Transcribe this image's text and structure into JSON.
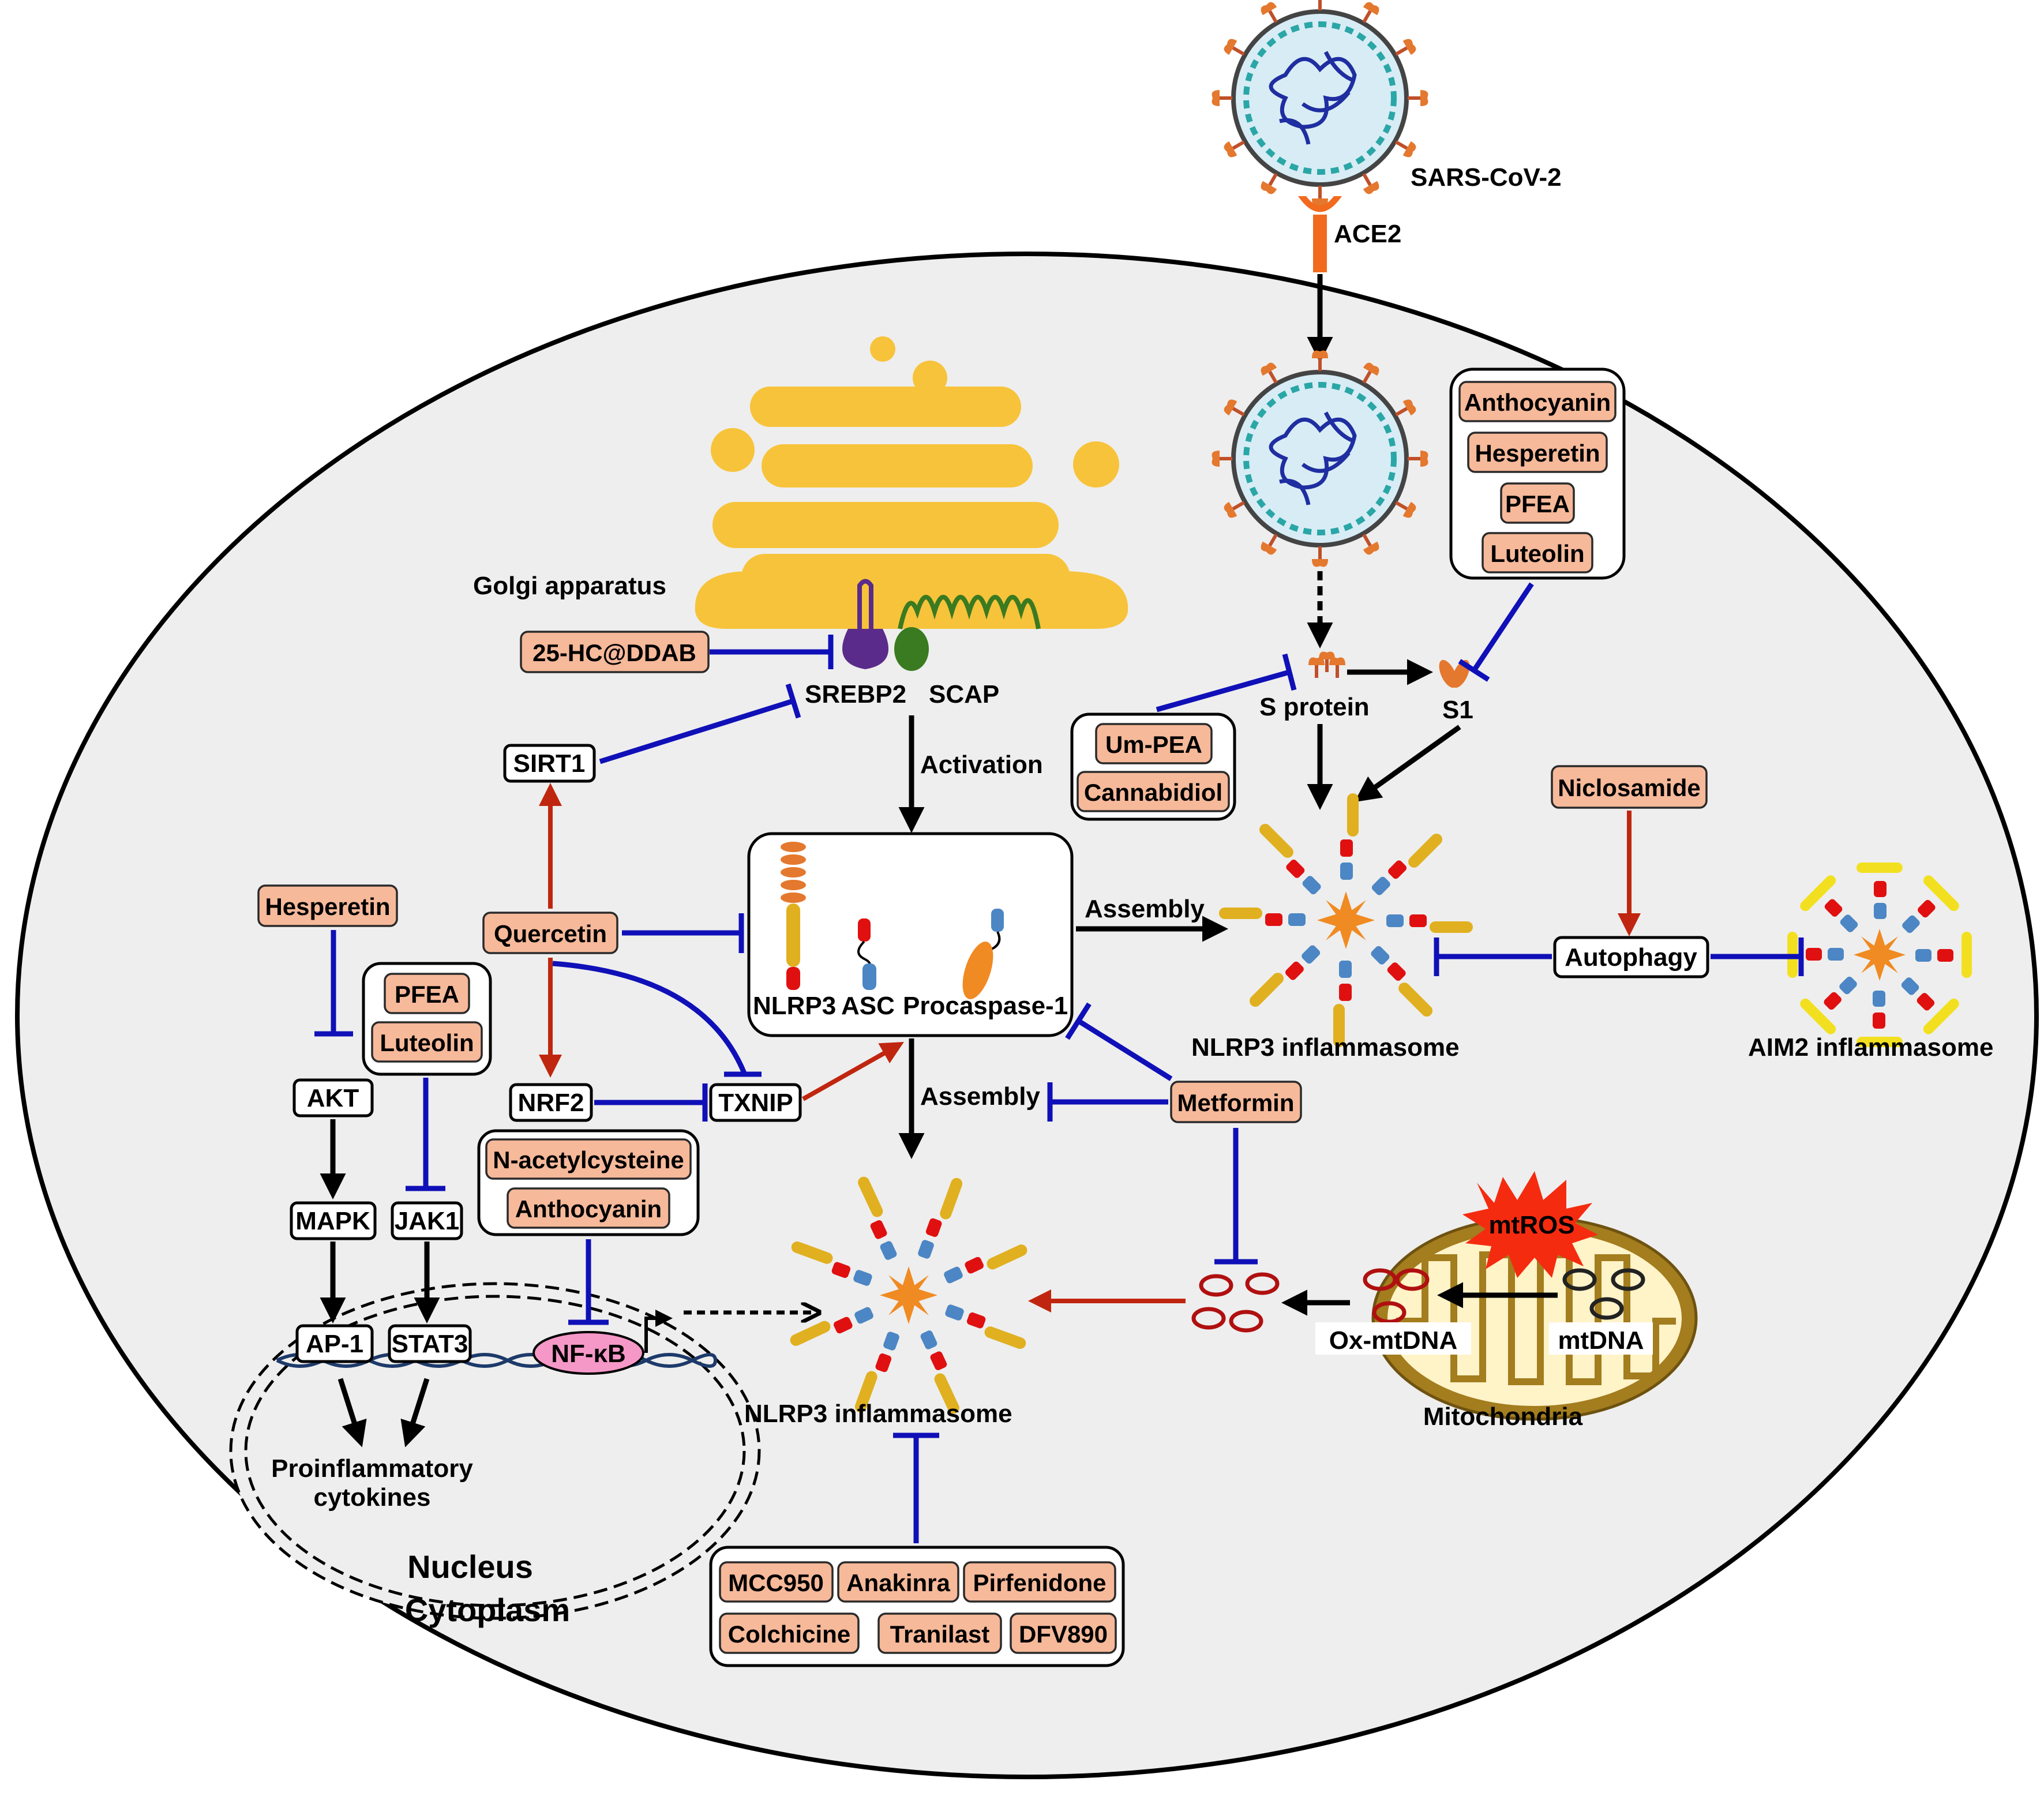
{
  "virus": {
    "label": "SARS-CoV-2",
    "receptor": "ACE2"
  },
  "golgi": {
    "label": "Golgi apparatus"
  },
  "proteins": {
    "srebp2": "SREBP2",
    "scap": "SCAP",
    "s_protein": "S protein",
    "s1": "S1",
    "sirt1": "SIRT1",
    "nrf2": "NRF2",
    "txnip": "TXNIP",
    "akt": "AKT",
    "mapk": "MAPK",
    "jak1": "JAK1",
    "ap1": "AP-1",
    "stat3": "STAT3",
    "nfkb": "NF-κB",
    "nlrp3": "NLRP3",
    "asc": "ASC",
    "procaspase1": "Procaspase-1",
    "autophagy": "Autophagy"
  },
  "edge_labels": {
    "activation": "Activation",
    "assembly_top": "Assembly",
    "assembly_mid": "Assembly"
  },
  "complexes": {
    "nlrp3_inflammasome_right": "NLRP3  inflammasome",
    "nlrp3_inflammasome_bottom": "NLRP3  inflammasome",
    "aim2_inflammasome": "AIM2 inflammasome"
  },
  "mitochondria": {
    "label": "Mitochondria",
    "mtros": "mtROS",
    "ox_mtdna": "Ox-mtDNA",
    "mtdna": "mtDNA"
  },
  "nucleus": {
    "label": "Nucleus",
    "cytoplasm": "Cytoplasm",
    "cytokines_line1": "Proinflammatory",
    "cytokines_line2": "cytokines"
  },
  "drugs": {
    "hc_ddab": "25-HC@DDAB",
    "virus_group": [
      "Anthocyanin",
      "Hesperetin",
      "PFEA",
      "Luteolin"
    ],
    "spike_group": [
      "Um-PEA",
      "Cannabidiol"
    ],
    "niclosamide": "Niclosamide",
    "hesperetin_left": "Hesperetin",
    "jak_group": [
      "PFEA",
      "Luteolin"
    ],
    "quercetin": "Quercetin",
    "nfkb_group": [
      "N-acetylcysteine",
      "Anthocyanin"
    ],
    "metformin": "Metformin",
    "nlrp3_inhibitors": [
      "MCC950",
      "Anakinra",
      "Pirfenidone",
      "Colchicine",
      "Tranilast",
      "DFV890"
    ]
  },
  "colors": {
    "activation_arrow": "#000000",
    "inhibition": "#1010b8",
    "quercetin_arrow": "#c0260f",
    "drug_fill": "#f6b99a",
    "golgi": "#f7c33a",
    "cell": "#eeeeee"
  }
}
